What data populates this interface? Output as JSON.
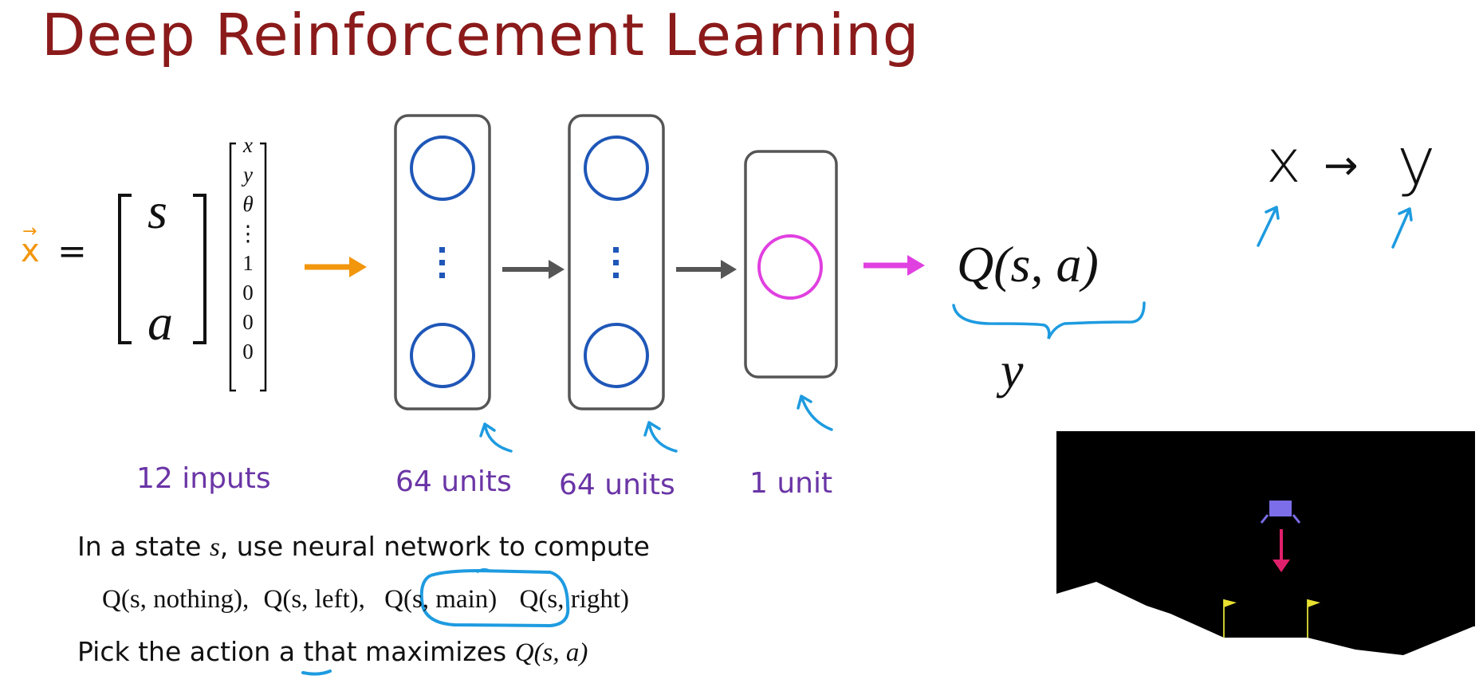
{
  "title": "Deep Reinforcement Learning",
  "input": {
    "x_label": "x",
    "equals": "=",
    "matrix_top": "s",
    "matrix_bottom": "a",
    "vector": [
      "x",
      "y",
      "θ",
      "⋮",
      "1",
      "0",
      "0",
      "0"
    ]
  },
  "layers": [
    {
      "label": "12 inputs"
    },
    {
      "label": "64 units"
    },
    {
      "label": "64 units"
    },
    {
      "label": "1 unit"
    }
  ],
  "output": {
    "q_label": "Q(s, a)",
    "y_label": "y"
  },
  "handwritten": {
    "x": "x",
    "arrow": "→",
    "y": "y"
  },
  "text": {
    "line1_prefix": "In a state ",
    "line1_var": "s",
    "line1_suffix": ", use neural network to compute",
    "q_nothing": "Q(s, nothing),",
    "q_left": "Q(s, left),",
    "q_main": "Q(s, main)",
    "q_right": "Q(s, right)",
    "line3_prefix": "Pick the action ",
    "line3_var": "a",
    "line3_suffix": " that maximizes ",
    "line3_q": "Q(s, a)"
  },
  "colors": {
    "title": "#8b1a1a",
    "orange": "#f2960c",
    "blue": "#1f57b8",
    "magenta": "#e040e0",
    "pen_blue": "#1e9be0",
    "purple": "#6a35a6",
    "gray": "#5a5a5a"
  }
}
